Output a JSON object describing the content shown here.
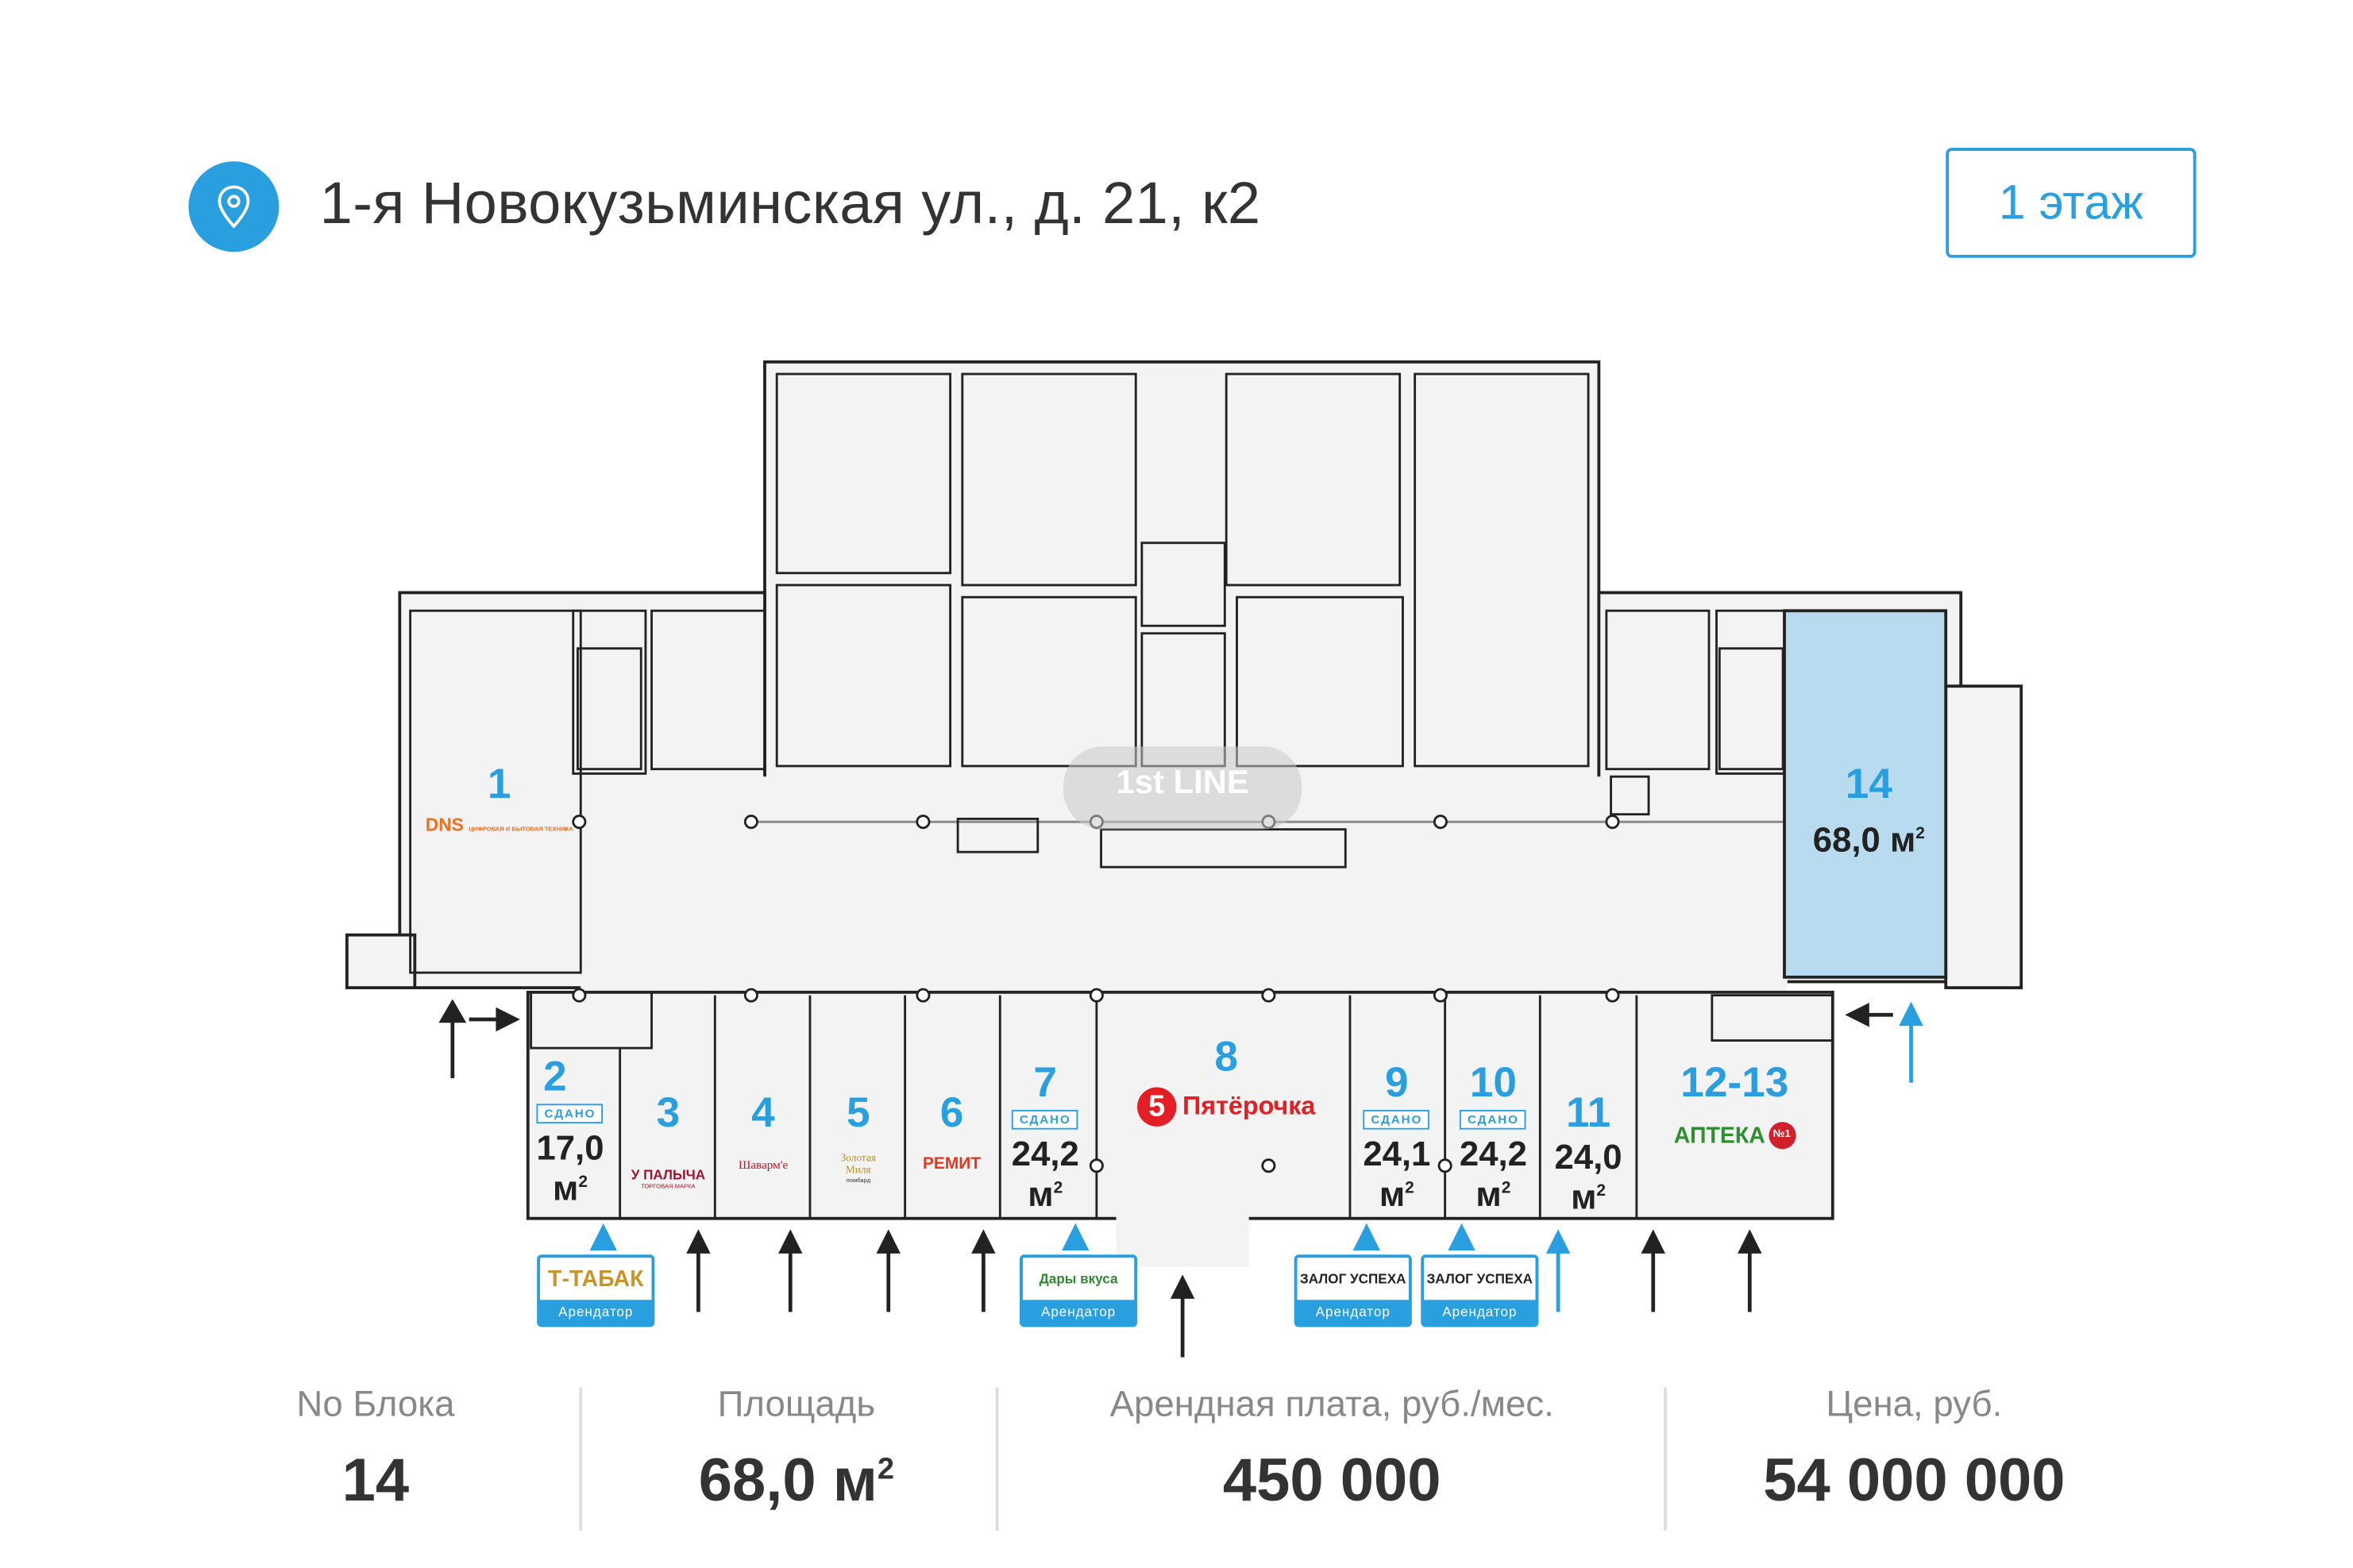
{
  "header": {
    "title": "1-я Новокузьминская ул., д. 21, к2",
    "floor_button": "1 этаж"
  },
  "watermark": {
    "text": "1st LINE"
  },
  "units": [
    {
      "number": "1",
      "logo": "DNS",
      "logo_sub": "ЦИФРОВАЯ И БЫТОВАЯ ТЕХНИКА"
    },
    {
      "number": "2",
      "status": "СДАНО",
      "area": "17,0",
      "unit": "м",
      "sup": "2"
    },
    {
      "number": "3",
      "logo": "У ПАЛЫЧА",
      "logo_sub": "ТОРГОВАЯ МАРКА"
    },
    {
      "number": "4",
      "logo": "Шаварм'е"
    },
    {
      "number": "5",
      "logo": "Золотая Миля",
      "logo_sub": "ломбард"
    },
    {
      "number": "6",
      "logo": "РЕМИТ"
    },
    {
      "number": "7",
      "status": "СДАНО",
      "area": "24,2",
      "unit": "м",
      "sup": "2"
    },
    {
      "number": "8",
      "logo": "Пятёрочка",
      "logo_mark": "5"
    },
    {
      "number": "9",
      "status": "СДАНО",
      "area": "24,1",
      "unit": "м",
      "sup": "2"
    },
    {
      "number": "10",
      "status": "СДАНО",
      "area": "24,2",
      "unit": "м",
      "sup": "2"
    },
    {
      "number": "11",
      "area": "24,0",
      "unit": "м",
      "sup": "2"
    },
    {
      "number": "12-13",
      "logo": "АПТЕКА",
      "logo_mark": "№1"
    },
    {
      "number": "14",
      "area": "68,0 м",
      "sup": "2",
      "selected": true
    }
  ],
  "tenant_cards": [
    {
      "name": "Т-ТАБАК",
      "label": "Арендатор"
    },
    {
      "name": "Дары вкуса",
      "label": "Арендатор"
    },
    {
      "name": "ЗАЛОГ УСПЕХА",
      "label": "Арендатор"
    },
    {
      "name": "ЗАЛОГ УСПЕХА",
      "label": "Арендатор"
    }
  ],
  "stats": [
    {
      "label": "No Блока",
      "value": "14"
    },
    {
      "label": "Площадь",
      "value": "68,0 м",
      "sup": "2"
    },
    {
      "label": "Арендная плата, руб./мес.",
      "value": "450 000"
    },
    {
      "label": "Цена, руб.",
      "value": "54 000 000"
    }
  ],
  "colors": {
    "accent": "#2a9fe0",
    "selected_fill": "#b9dbef",
    "text": "#333333"
  }
}
